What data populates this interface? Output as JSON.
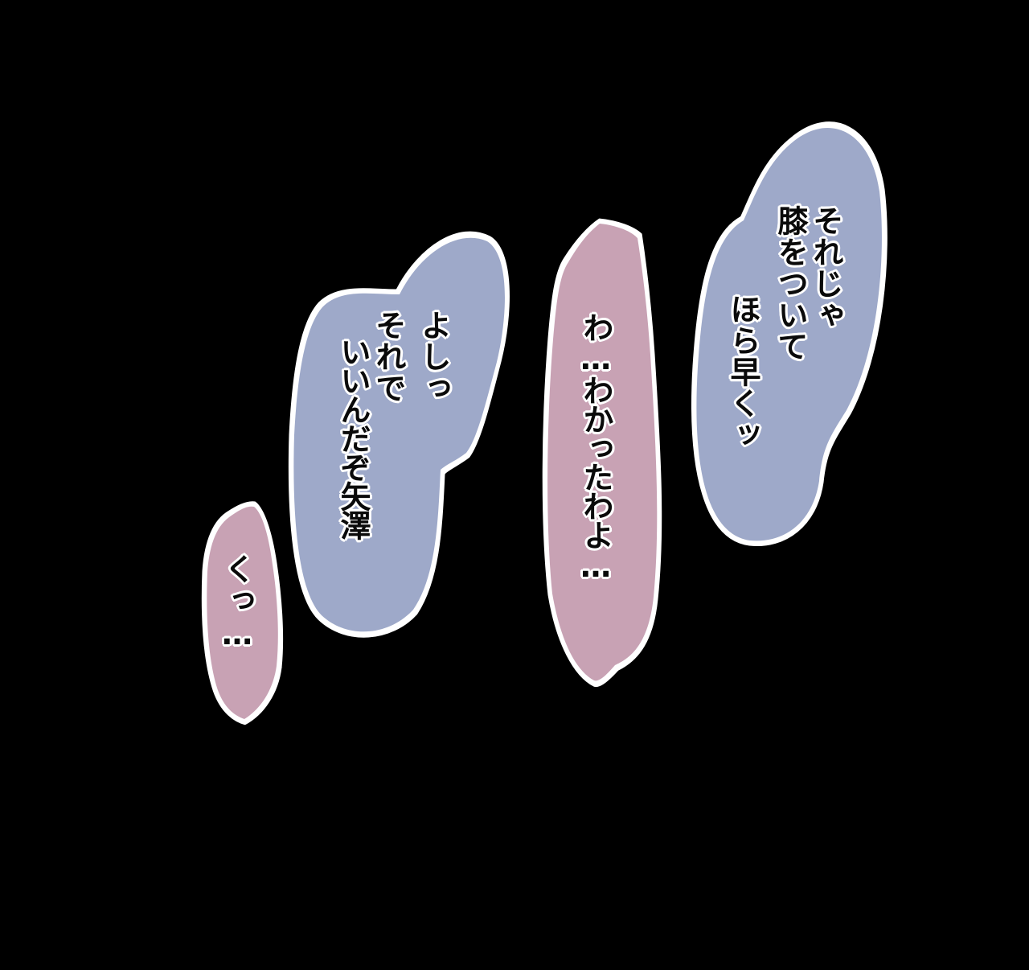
{
  "colors": {
    "background": "#000000",
    "blue_bubble": "#9ea9c9",
    "pink_bubble": "#c8a2b4",
    "bubble_outline": "#ffffff",
    "text": "#0a0a0a"
  },
  "bubbles": [
    {
      "speaker_tone": "blue",
      "lines": [
        "それじゃ",
        "膝をついて",
        "ほら早くッ"
      ]
    },
    {
      "speaker_tone": "pink",
      "lines": [
        "わ…わかったわよ…"
      ]
    },
    {
      "speaker_tone": "blue",
      "lines": [
        "よしっ",
        "それで",
        "いいんだぞ矢澤"
      ]
    },
    {
      "speaker_tone": "pink",
      "lines": [
        "くっ…"
      ]
    }
  ]
}
